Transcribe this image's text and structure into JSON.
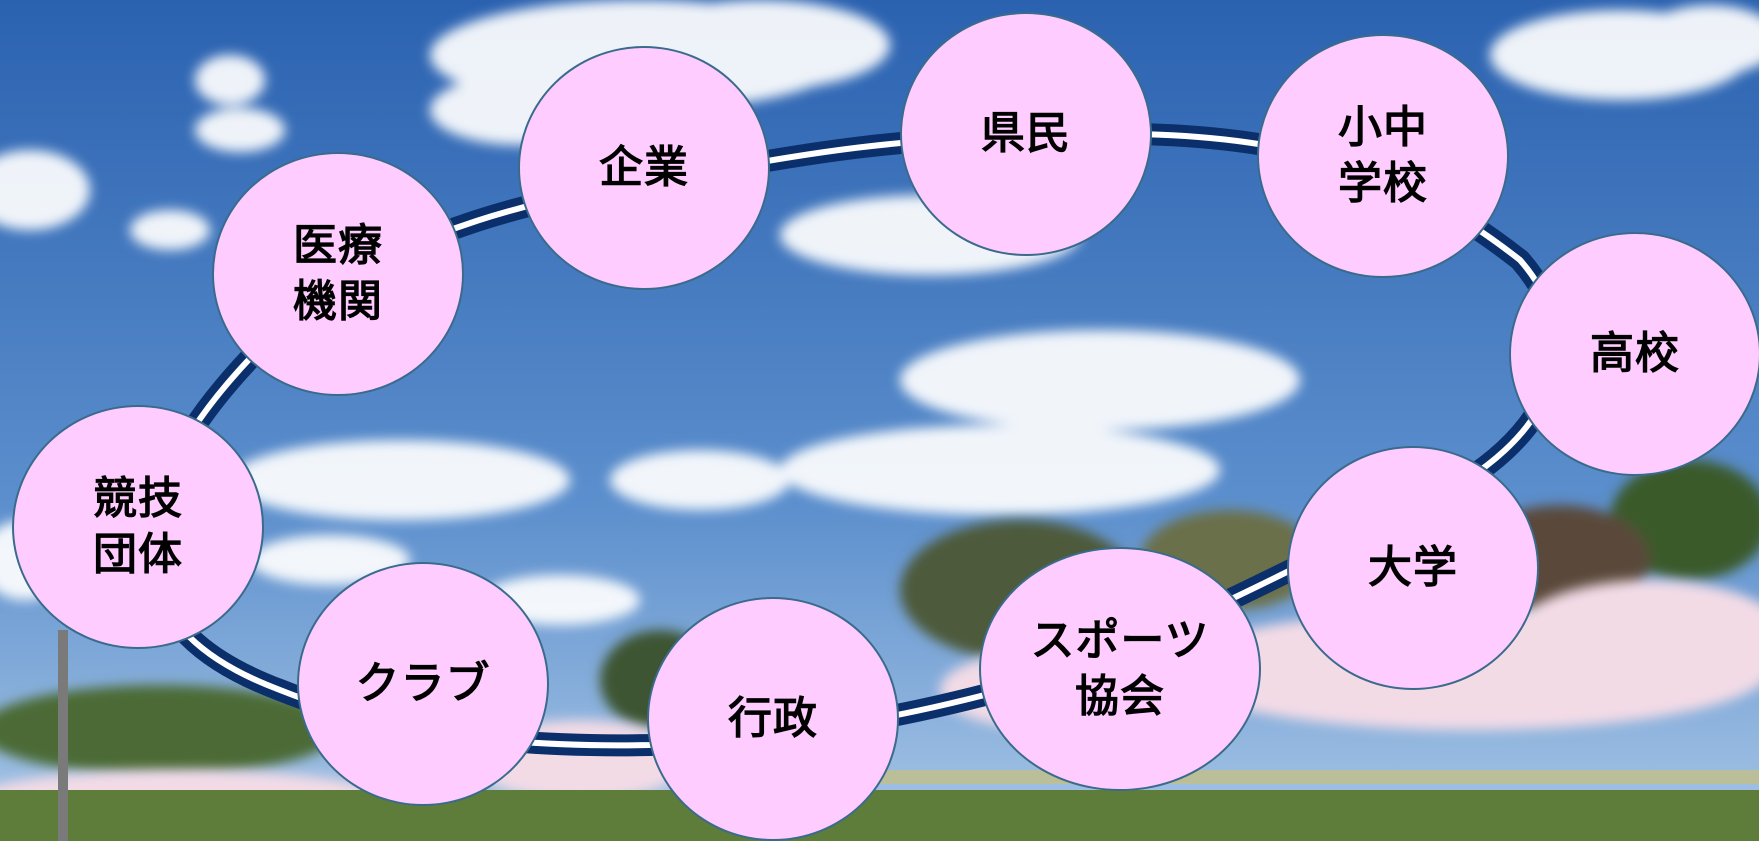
{
  "colors": {
    "node_fill": "#ffccff",
    "node_border": "#3a6b8c",
    "ring_outer": "#0b2f6b",
    "ring_inner": "#ffffff",
    "sky_top": "#2f67b4",
    "sky_bottom": "#8fb6de",
    "cloud": "#ffffff",
    "cherry_blossom": "#f1d7e3",
    "trees": "#3f5a2c",
    "field": "#5f7f3c"
  },
  "nodes": [
    {
      "id": "kenmin",
      "label": "県民"
    },
    {
      "id": "shochu",
      "label": "小中\n学校"
    },
    {
      "id": "koko",
      "label": "高校"
    },
    {
      "id": "daigaku",
      "label": "大学"
    },
    {
      "id": "sports",
      "label": "スポーツ\n協会"
    },
    {
      "id": "gyosei",
      "label": "行政"
    },
    {
      "id": "club",
      "label": "クラブ"
    },
    {
      "id": "kyogi",
      "label": "競技\n団体"
    },
    {
      "id": "iryo",
      "label": "医療\n機関"
    },
    {
      "id": "kigyo",
      "label": "企業"
    }
  ]
}
